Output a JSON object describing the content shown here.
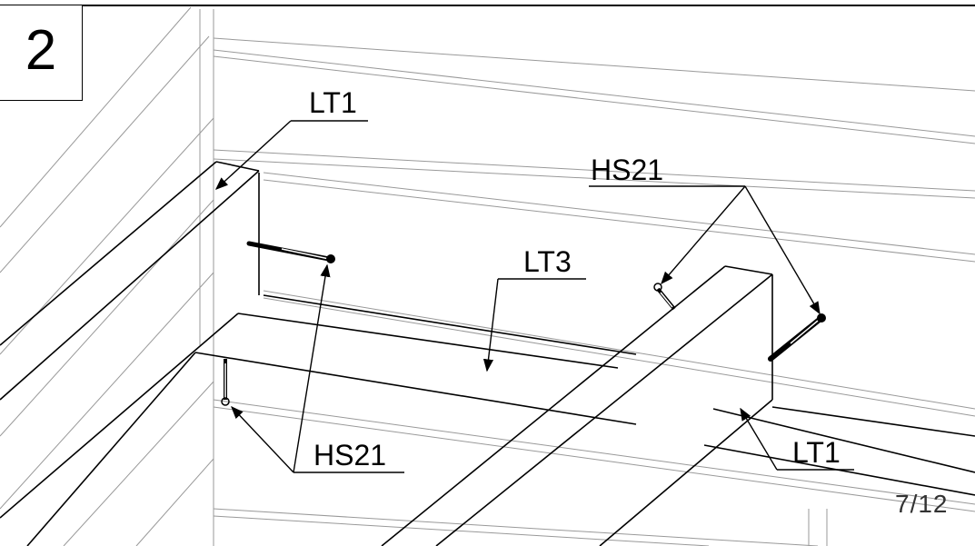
{
  "step": {
    "number": "2"
  },
  "labels": {
    "lt1_top": "LT1",
    "lt1_right": "LT1",
    "lt3": "LT3",
    "hs21_top": "HS21",
    "hs21_bottom": "HS21"
  },
  "page": "7/12",
  "colors": {
    "line": "#000000",
    "detail": "#999999",
    "background": "#ffffff"
  }
}
